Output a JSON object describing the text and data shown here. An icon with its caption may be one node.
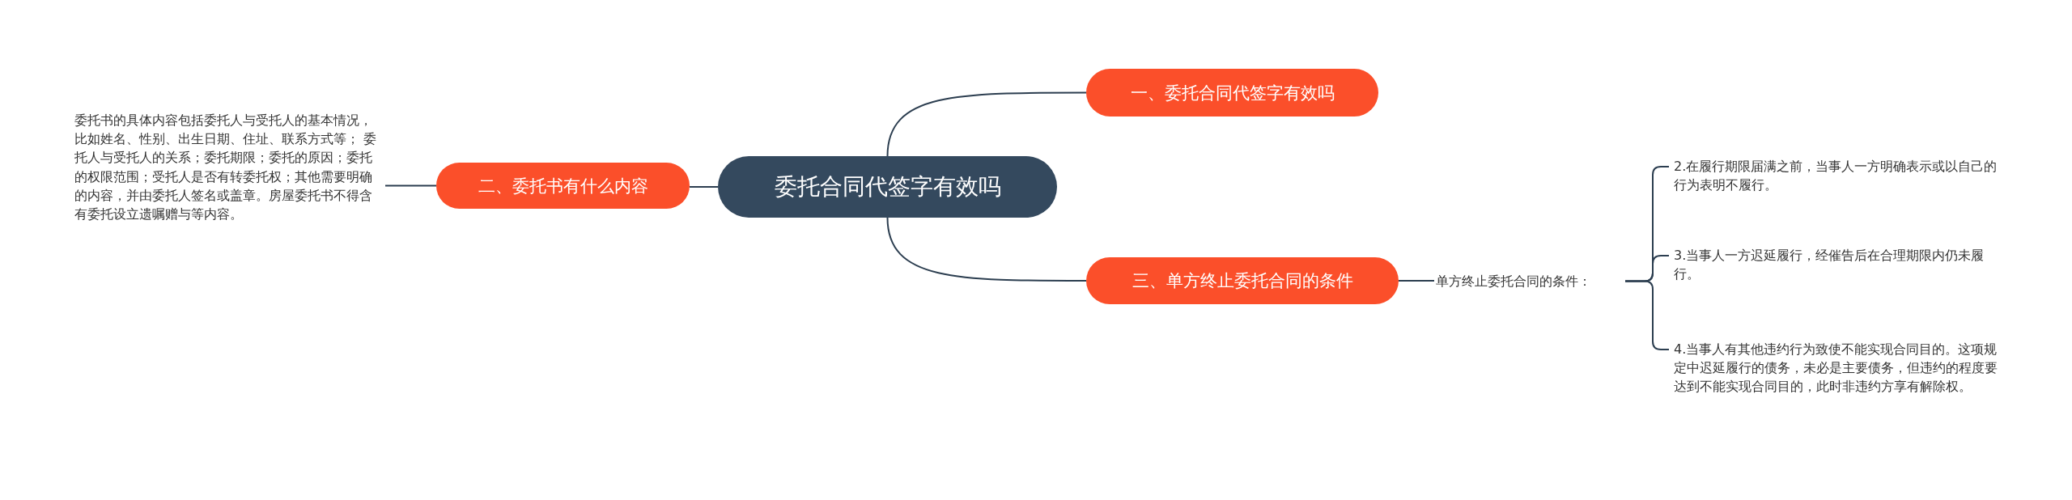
{
  "diagram": {
    "nodes": [
      {
        "text": [
          "委托合同代签字有效吗"
        ]
      },
      {
        "text": [
          "一、委托合同代签字有效吗"
        ]
      },
      {
        "text": [
          "二、委托书有什么内容"
        ]
      },
      {
        "text": [
          "委托书的具体内容包括委托人与受托人的基本情况，比如姓名、性别、出生日期、住址、联系方式等； 委托人与受托人的关系；委托期限；委托的原因；委托的权限范围；受托人是否有转委托权；其他需要明确的内容，并由委托人签名或盖章。房屋委托书不得含有委托设立遗嘱赠与等内容。"
        ]
      },
      {
        "text": [
          "三、单方终止委托合同的条件"
        ]
      },
      {
        "text": [
          "单方终止委托合同的条件："
        ]
      },
      {
        "text": [
          "2.在履行期限届满之前，当事人一方明确表示或以自己的行为表明不履行。"
        ]
      },
      {
        "text": [
          "3.当事人一方迟延履行，经催告后在合理期限内仍未履行。"
        ]
      },
      {
        "text": [
          "4.当事人有其他违约行为致使不能实现合同目的。这项规定中迟延履行的债务，未必是主要债务，但违约的程度要达到不能实现合同目的，此时非违约方享有解除权。"
        ]
      }
    ],
    "edges": [
      {
        "from": 0,
        "to": 1,
        "arrow": "none"
      },
      {
        "from": 0,
        "to": 2,
        "arrow": "none"
      },
      {
        "from": 2,
        "to": 3,
        "arrow": "none"
      },
      {
        "from": 0,
        "to": 4,
        "arrow": "none"
      },
      {
        "from": 4,
        "to": 5,
        "arrow": "none"
      },
      {
        "from": 5,
        "to": 6,
        "arrow": "none"
      },
      {
        "from": 5,
        "to": 7,
        "arrow": "none"
      },
      {
        "from": 5,
        "to": 8,
        "arrow": "none"
      }
    ]
  }
}
